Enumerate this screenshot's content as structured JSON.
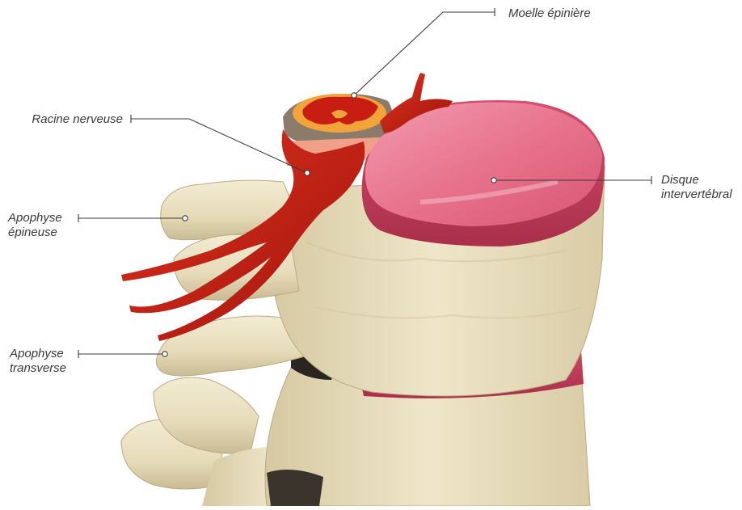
{
  "labels": {
    "moelle": {
      "line1": "Moelle épinière"
    },
    "racine": {
      "line1": "Racine nerveuse"
    },
    "disque": {
      "line1": "Disque",
      "line2": "intervertébral"
    },
    "epineuse": {
      "line1": "Apophyse",
      "line2": "épineuse"
    },
    "transverse": {
      "line1": "Apophyse",
      "line2": "transverse"
    }
  },
  "colors": {
    "bone": "#ece3c6",
    "bone_shadow": "#c9bb93",
    "disc": "#e0627e",
    "disc_top": "#ec8ea2",
    "nerve": "#c81d12",
    "marrow": "#f2a43a",
    "leader": "#3a3a3a"
  }
}
